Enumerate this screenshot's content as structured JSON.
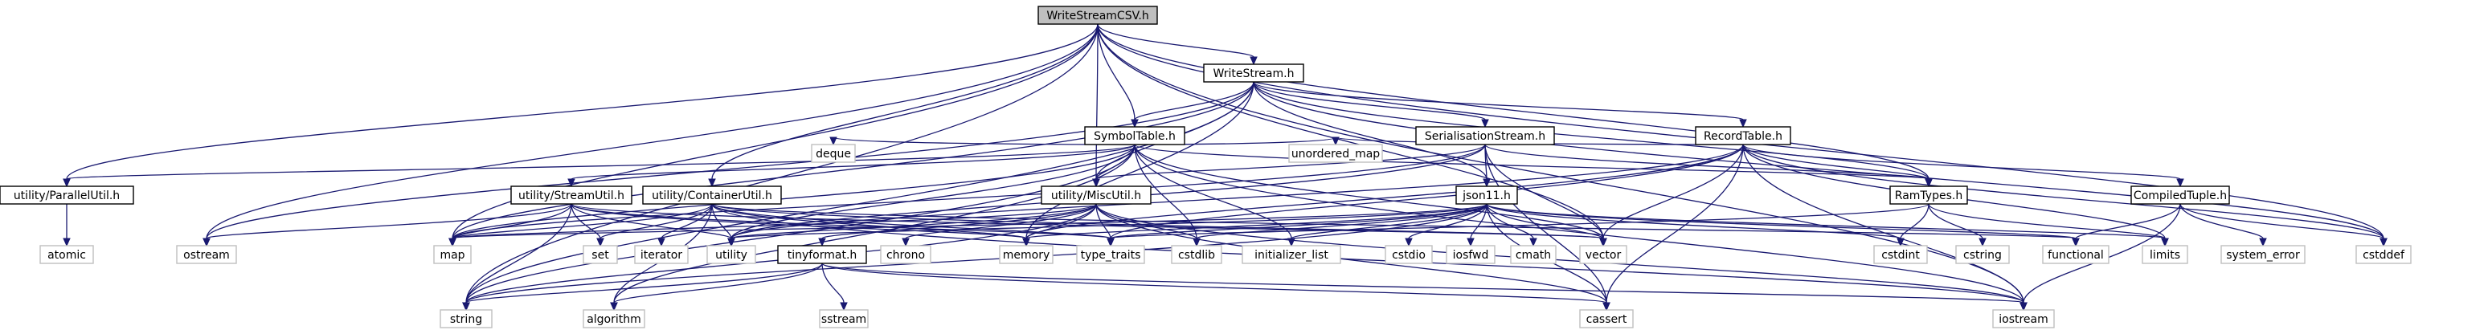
{
  "diagram": {
    "type": "include-dependency-graph",
    "root": "WriteStreamCSV.h",
    "colors": {
      "edge": "#191970",
      "root_fill": "#bfbfbf",
      "local_border": "#000000",
      "system_border": "#bfbfbf",
      "background": "#ffffff"
    },
    "nodes": [
      {
        "id": "WriteStreamCSV",
        "label": "WriteStreamCSV.h",
        "kind": "root"
      },
      {
        "id": "WriteStream",
        "label": "WriteStream.h",
        "kind": "local"
      },
      {
        "id": "SymbolTable",
        "label": "SymbolTable.h",
        "kind": "local"
      },
      {
        "id": "SerialisationStream",
        "label": "SerialisationStream.h",
        "kind": "local"
      },
      {
        "id": "RecordTable",
        "label": "RecordTable.h",
        "kind": "local"
      },
      {
        "id": "ParallelUtil",
        "label": "utility/ParallelUtil.h",
        "kind": "local"
      },
      {
        "id": "StreamUtil",
        "label": "utility/StreamUtil.h",
        "kind": "local"
      },
      {
        "id": "ContainerUtil",
        "label": "utility/ContainerUtil.h",
        "kind": "local"
      },
      {
        "id": "MiscUtil",
        "label": "utility/MiscUtil.h",
        "kind": "local"
      },
      {
        "id": "json11",
        "label": "json11.h",
        "kind": "local"
      },
      {
        "id": "RamTypes",
        "label": "RamTypes.h",
        "kind": "local"
      },
      {
        "id": "CompiledTuple",
        "label": "CompiledTuple.h",
        "kind": "local"
      },
      {
        "id": "tinyformat",
        "label": "tinyformat.h",
        "kind": "local"
      },
      {
        "id": "atomic",
        "label": "atomic",
        "kind": "system"
      },
      {
        "id": "ostream",
        "label": "ostream",
        "kind": "system"
      },
      {
        "id": "map",
        "label": "map",
        "kind": "system"
      },
      {
        "id": "set",
        "label": "set",
        "kind": "system"
      },
      {
        "id": "string",
        "label": "string",
        "kind": "system"
      },
      {
        "id": "utility",
        "label": "utility",
        "kind": "system"
      },
      {
        "id": "iterator",
        "label": "iterator",
        "kind": "system"
      },
      {
        "id": "algorithm",
        "label": "algorithm",
        "kind": "system"
      },
      {
        "id": "memory",
        "label": "memory",
        "kind": "system"
      },
      {
        "id": "chrono",
        "label": "chrono",
        "kind": "system"
      },
      {
        "id": "type_traits",
        "label": "type_traits",
        "kind": "system"
      },
      {
        "id": "sstream",
        "label": "sstream",
        "kind": "system"
      },
      {
        "id": "deque",
        "label": "deque",
        "kind": "system"
      },
      {
        "id": "cstdlib",
        "label": "cstdlib",
        "kind": "system"
      },
      {
        "id": "initializer_list",
        "label": "initializer_list",
        "kind": "system"
      },
      {
        "id": "unordered_map",
        "label": "unordered_map",
        "kind": "system"
      },
      {
        "id": "cstdio",
        "label": "cstdio",
        "kind": "system"
      },
      {
        "id": "iosfwd",
        "label": "iosfwd",
        "kind": "system"
      },
      {
        "id": "cmath",
        "label": "cmath",
        "kind": "system"
      },
      {
        "id": "vector",
        "label": "vector",
        "kind": "system"
      },
      {
        "id": "cassert",
        "label": "cassert",
        "kind": "system"
      },
      {
        "id": "cstdint",
        "label": "cstdint",
        "kind": "system"
      },
      {
        "id": "iostream",
        "label": "iostream",
        "kind": "system"
      },
      {
        "id": "cstring",
        "label": "cstring",
        "kind": "system"
      },
      {
        "id": "functional",
        "label": "functional",
        "kind": "system"
      },
      {
        "id": "limits",
        "label": "limits",
        "kind": "system"
      },
      {
        "id": "system_error",
        "label": "system_error",
        "kind": "system"
      },
      {
        "id": "cstddef",
        "label": "cstddef",
        "kind": "system"
      }
    ],
    "edges": [
      [
        "WriteStreamCSV",
        "WriteStream"
      ],
      [
        "WriteStreamCSV",
        "SymbolTable"
      ],
      [
        "WriteStreamCSV",
        "ParallelUtil"
      ],
      [
        "WriteStreamCSV",
        "ContainerUtil"
      ],
      [
        "WriteStreamCSV",
        "MiscUtil"
      ],
      [
        "WriteStreamCSV",
        "RamTypes"
      ],
      [
        "WriteStreamCSV",
        "ostream"
      ],
      [
        "WriteStreamCSV",
        "map"
      ],
      [
        "WriteStreamCSV",
        "string"
      ],
      [
        "WriteStreamCSV",
        "vector"
      ],
      [
        "WriteStreamCSV",
        "iostream"
      ],
      [
        "WriteStreamCSV",
        "cstddef"
      ],
      [
        "WriteStream",
        "SymbolTable"
      ],
      [
        "WriteStream",
        "SerialisationStream"
      ],
      [
        "WriteStream",
        "RecordTable"
      ],
      [
        "WriteStream",
        "MiscUtil"
      ],
      [
        "WriteStream",
        "json11"
      ],
      [
        "WriteStream",
        "RamTypes"
      ],
      [
        "WriteStream",
        "ostream"
      ],
      [
        "WriteStream",
        "string"
      ],
      [
        "WriteStream",
        "map"
      ],
      [
        "WriteStream",
        "memory"
      ],
      [
        "WriteStream",
        "cstddef"
      ],
      [
        "SymbolTable",
        "ParallelUtil"
      ],
      [
        "SymbolTable",
        "StreamUtil"
      ],
      [
        "SymbolTable",
        "MiscUtil"
      ],
      [
        "SymbolTable",
        "RamTypes"
      ],
      [
        "SymbolTable",
        "deque"
      ],
      [
        "SymbolTable",
        "unordered_map"
      ],
      [
        "SymbolTable",
        "map"
      ],
      [
        "SymbolTable",
        "string"
      ],
      [
        "SymbolTable",
        "utility"
      ],
      [
        "SymbolTable",
        "algorithm"
      ],
      [
        "SymbolTable",
        "cstdlib"
      ],
      [
        "SymbolTable",
        "initializer_list"
      ],
      [
        "SymbolTable",
        "iostream"
      ],
      [
        "SymbolTable",
        "vector"
      ],
      [
        "SerialisationStream",
        "RamTypes"
      ],
      [
        "SerialisationStream",
        "json11"
      ],
      [
        "SerialisationStream",
        "MiscUtil"
      ],
      [
        "SerialisationStream",
        "utility"
      ],
      [
        "SerialisationStream",
        "vector"
      ],
      [
        "SerialisationStream",
        "cassert"
      ],
      [
        "SerialisationStream",
        "map"
      ],
      [
        "RecordTable",
        "CompiledTuple"
      ],
      [
        "RecordTable",
        "RamTypes"
      ],
      [
        "RecordTable",
        "type_traits"
      ],
      [
        "RecordTable",
        "unordered_map"
      ],
      [
        "RecordTable",
        "vector"
      ],
      [
        "RecordTable",
        "cassert"
      ],
      [
        "RecordTable",
        "cstddef"
      ],
      [
        "RecordTable",
        "limits"
      ],
      [
        "RecordTable",
        "memory"
      ],
      [
        "RecordTable",
        "utility"
      ],
      [
        "RecordTable",
        "iostream"
      ],
      [
        "ParallelUtil",
        "atomic"
      ],
      [
        "StreamUtil",
        "ostream"
      ],
      [
        "StreamUtil",
        "map"
      ],
      [
        "StreamUtil",
        "set"
      ],
      [
        "StreamUtil",
        "string"
      ],
      [
        "StreamUtil",
        "utility"
      ],
      [
        "StreamUtil",
        "memory"
      ],
      [
        "StreamUtil",
        "type_traits"
      ],
      [
        "StreamUtil",
        "vector"
      ],
      [
        "ContainerUtil",
        "map"
      ],
      [
        "ContainerUtil",
        "set"
      ],
      [
        "ContainerUtil",
        "iterator"
      ],
      [
        "ContainerUtil",
        "utility"
      ],
      [
        "ContainerUtil",
        "memory"
      ],
      [
        "ContainerUtil",
        "algorithm"
      ],
      [
        "ContainerUtil",
        "functional"
      ],
      [
        "ContainerUtil",
        "iostream"
      ],
      [
        "ContainerUtil",
        "vector"
      ],
      [
        "ContainerUtil",
        "type_traits"
      ],
      [
        "MiscUtil",
        "tinyformat"
      ],
      [
        "MiscUtil",
        "chrono"
      ],
      [
        "MiscUtil",
        "memory"
      ],
      [
        "MiscUtil",
        "utility"
      ],
      [
        "MiscUtil",
        "type_traits"
      ],
      [
        "MiscUtil",
        "cstdlib"
      ],
      [
        "MiscUtil",
        "cassert"
      ],
      [
        "MiscUtil",
        "iostream"
      ],
      [
        "MiscUtil",
        "map"
      ],
      [
        "MiscUtil",
        "string"
      ],
      [
        "json11",
        "cassert"
      ],
      [
        "json11",
        "cmath"
      ],
      [
        "json11",
        "cstdint"
      ],
      [
        "json11",
        "cstdio"
      ],
      [
        "json11",
        "cstdlib"
      ],
      [
        "json11",
        "iosfwd"
      ],
      [
        "json11",
        "memory"
      ],
      [
        "json11",
        "string"
      ],
      [
        "json11",
        "vector"
      ],
      [
        "json11",
        "map"
      ],
      [
        "json11",
        "utility"
      ],
      [
        "json11",
        "initializer_list"
      ],
      [
        "json11",
        "type_traits"
      ],
      [
        "json11",
        "functional"
      ],
      [
        "json11",
        "limits"
      ],
      [
        "RamTypes",
        "cstdint"
      ],
      [
        "RamTypes",
        "cstring"
      ],
      [
        "RamTypes",
        "limits"
      ],
      [
        "RamTypes",
        "type_traits"
      ],
      [
        "CompiledTuple",
        "functional"
      ],
      [
        "CompiledTuple",
        "iostream"
      ],
      [
        "CompiledTuple",
        "system_error"
      ],
      [
        "CompiledTuple",
        "cstddef"
      ],
      [
        "tinyformat",
        "algorithm"
      ],
      [
        "tinyformat",
        "cassert"
      ],
      [
        "tinyformat",
        "iostream"
      ],
      [
        "tinyformat",
        "sstream"
      ],
      [
        "tinyformat",
        "string"
      ]
    ]
  }
}
